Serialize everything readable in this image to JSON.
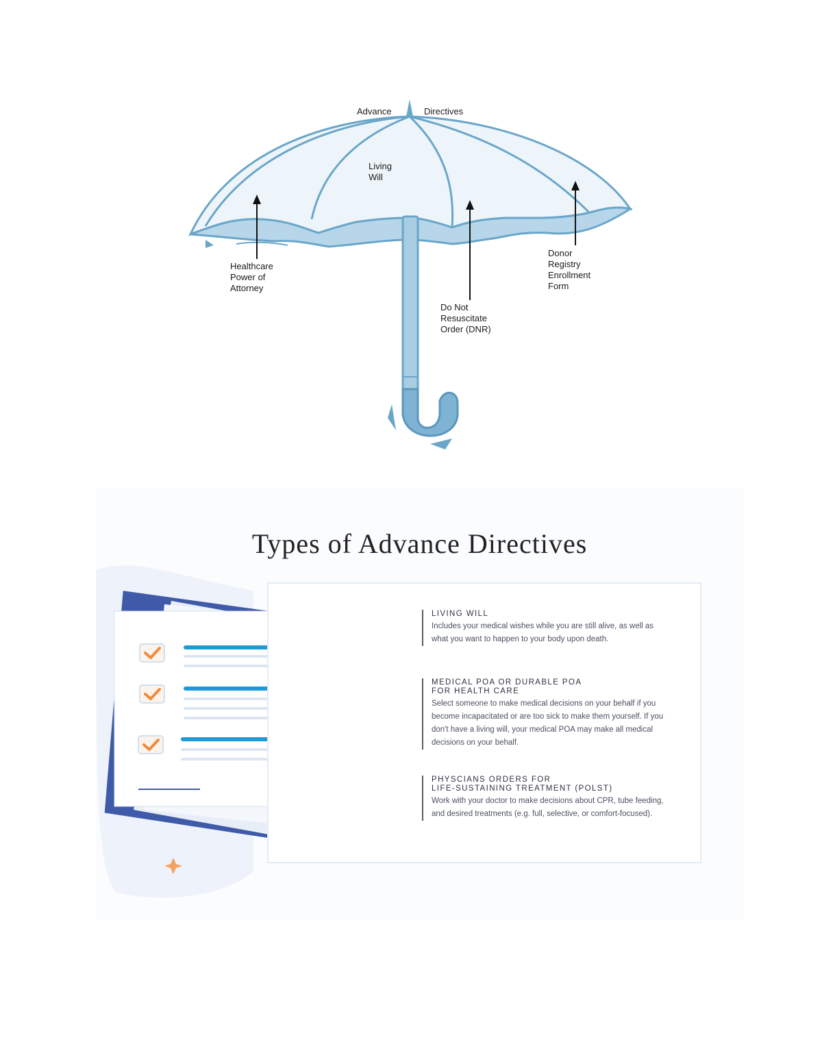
{
  "umbrella": {
    "labels": {
      "advance": "Advance",
      "directives": "Directives",
      "living_will": "Living\nWill",
      "healthcare_poa": "Healthcare\nPower of\nAttorney",
      "dnr": "Do Not\nResuscitate\nOrder (DNR)",
      "donor": "Donor\nRegistry\nEnrollment\nForm"
    },
    "colors": {
      "outline": "#6aa6c9",
      "canopy_fill": "#eef5fa",
      "underside_fill": "#b7d6ea",
      "handle_fill": "#a9cde3",
      "hook_fill": "#7fb3d4",
      "arrow": "#111111"
    }
  },
  "infographic": {
    "title": "Types of Advance Directives",
    "colors": {
      "clipboard": "#3f5aa8",
      "paper": "#ffffff",
      "line_accent": "#1f9ad6",
      "line_light": "#dbe6f2",
      "check": "#f08a3c",
      "sparkle": "#f4a261",
      "blob": "#eef2fa"
    },
    "directives": [
      {
        "heading": "LIVING WILL",
        "body": "Includes your medical wishes while you are still alive, as well as what you want to happen to your body upon death."
      },
      {
        "heading": "MEDICAL POA OR DURABLE POA\nFOR HEALTH CARE",
        "body": "Select someone to make medical decisions on your behalf if you become incapacitated or are too sick to make them yourself. If you don't have a living will, your medical POA may make all medical decisions on your behalf."
      },
      {
        "heading": "PHYSCIANS ORDERS FOR\nLIFE-SUSTAINING TREATMENT (POLST)",
        "body": "Work with your doctor to make decisions about CPR, tube feeding, and desired treatments (e.g. full, selective, or comfort-focused)."
      }
    ]
  }
}
